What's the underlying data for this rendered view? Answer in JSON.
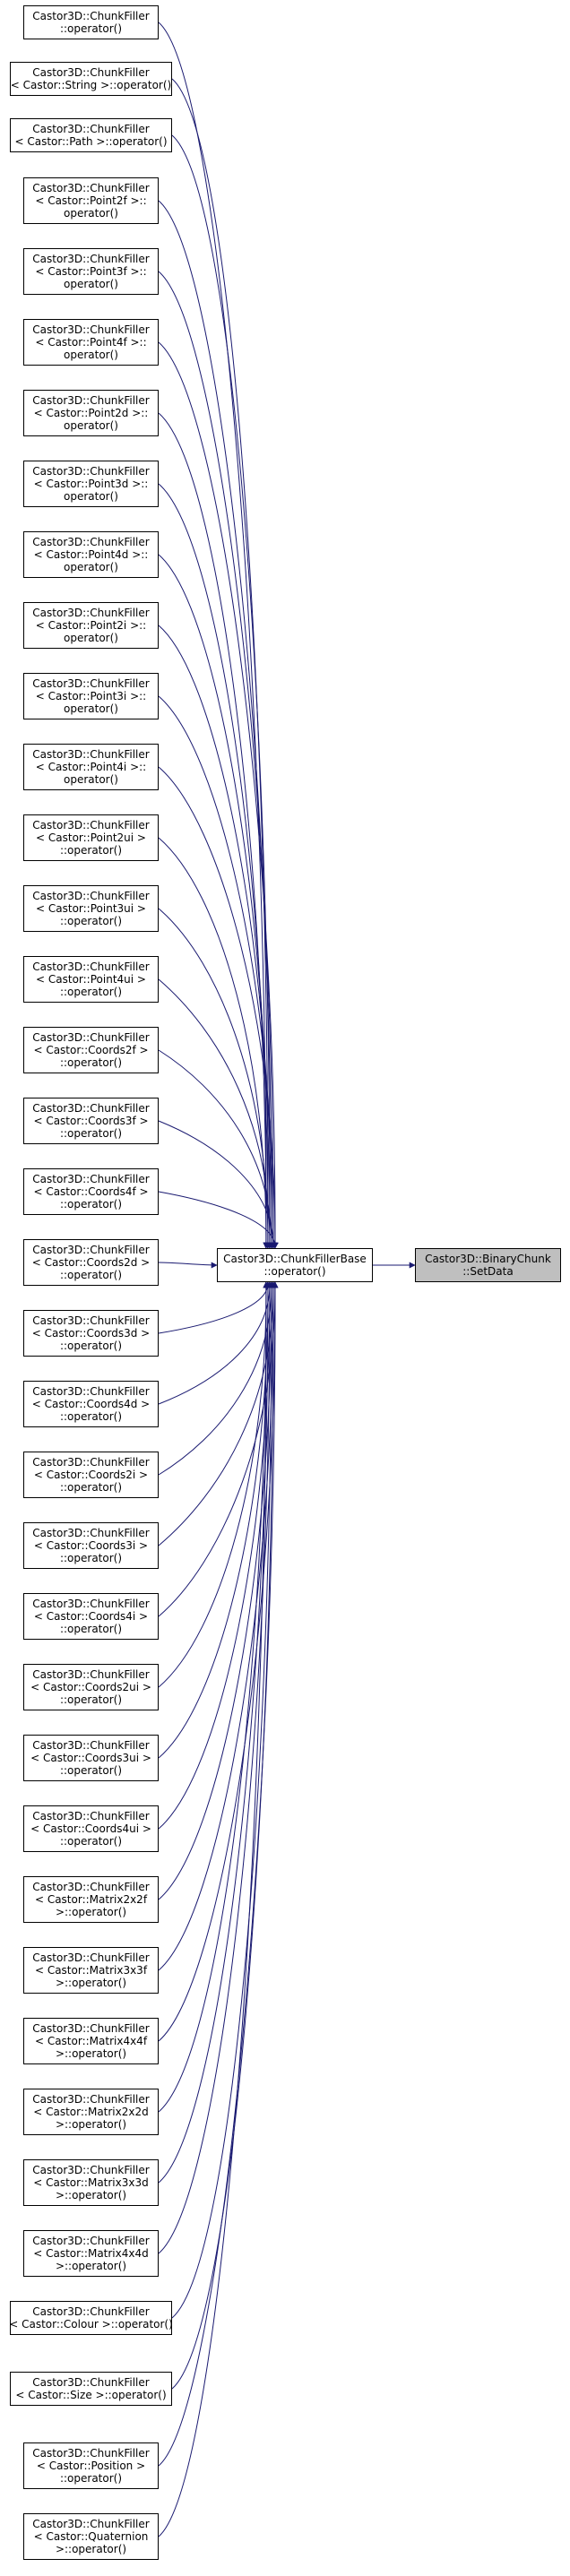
{
  "diagram": {
    "edge_color": "#191970",
    "target_fill": "#bfbfbf",
    "hub": {
      "id": "hub",
      "lines": [
        "Castor3D::ChunkFillerBase",
        "::operator()"
      ]
    },
    "target": {
      "id": "target",
      "lines": [
        "Castor3D::BinaryChunk",
        "::SetData"
      ]
    },
    "callers": [
      {
        "id": "n0",
        "lines": [
          "Castor3D::ChunkFiller",
          "::operator()"
        ]
      },
      {
        "id": "n1",
        "lines": [
          "Castor3D::ChunkFiller",
          "< Castor::String >::operator()"
        ]
      },
      {
        "id": "n2",
        "lines": [
          "Castor3D::ChunkFiller",
          "< Castor::Path >::operator()"
        ]
      },
      {
        "id": "n3",
        "lines": [
          "Castor3D::ChunkFiller",
          "< Castor::Point2f >::",
          "operator()"
        ]
      },
      {
        "id": "n4",
        "lines": [
          "Castor3D::ChunkFiller",
          "< Castor::Point3f >::",
          "operator()"
        ]
      },
      {
        "id": "n5",
        "lines": [
          "Castor3D::ChunkFiller",
          "< Castor::Point4f >::",
          "operator()"
        ]
      },
      {
        "id": "n6",
        "lines": [
          "Castor3D::ChunkFiller",
          "< Castor::Point2d >::",
          "operator()"
        ]
      },
      {
        "id": "n7",
        "lines": [
          "Castor3D::ChunkFiller",
          "< Castor::Point3d >::",
          "operator()"
        ]
      },
      {
        "id": "n8",
        "lines": [
          "Castor3D::ChunkFiller",
          "< Castor::Point4d >::",
          "operator()"
        ]
      },
      {
        "id": "n9",
        "lines": [
          "Castor3D::ChunkFiller",
          "< Castor::Point2i >::",
          "operator()"
        ]
      },
      {
        "id": "n10",
        "lines": [
          "Castor3D::ChunkFiller",
          "< Castor::Point3i >::",
          "operator()"
        ]
      },
      {
        "id": "n11",
        "lines": [
          "Castor3D::ChunkFiller",
          "< Castor::Point4i >::",
          "operator()"
        ]
      },
      {
        "id": "n12",
        "lines": [
          "Castor3D::ChunkFiller",
          "< Castor::Point2ui >",
          "::operator()"
        ]
      },
      {
        "id": "n13",
        "lines": [
          "Castor3D::ChunkFiller",
          "< Castor::Point3ui >",
          "::operator()"
        ]
      },
      {
        "id": "n14",
        "lines": [
          "Castor3D::ChunkFiller",
          "< Castor::Point4ui >",
          "::operator()"
        ]
      },
      {
        "id": "n15",
        "lines": [
          "Castor3D::ChunkFiller",
          "< Castor::Coords2f >",
          "::operator()"
        ]
      },
      {
        "id": "n16",
        "lines": [
          "Castor3D::ChunkFiller",
          "< Castor::Coords3f >",
          "::operator()"
        ]
      },
      {
        "id": "n17",
        "lines": [
          "Castor3D::ChunkFiller",
          "< Castor::Coords4f >",
          "::operator()"
        ]
      },
      {
        "id": "n18",
        "lines": [
          "Castor3D::ChunkFiller",
          "< Castor::Coords2d >",
          "::operator()"
        ]
      },
      {
        "id": "n19",
        "lines": [
          "Castor3D::ChunkFiller",
          "< Castor::Coords3d >",
          "::operator()"
        ]
      },
      {
        "id": "n20",
        "lines": [
          "Castor3D::ChunkFiller",
          "< Castor::Coords4d >",
          "::operator()"
        ]
      },
      {
        "id": "n21",
        "lines": [
          "Castor3D::ChunkFiller",
          "< Castor::Coords2i >",
          "::operator()"
        ]
      },
      {
        "id": "n22",
        "lines": [
          "Castor3D::ChunkFiller",
          "< Castor::Coords3i >",
          "::operator()"
        ]
      },
      {
        "id": "n23",
        "lines": [
          "Castor3D::ChunkFiller",
          "< Castor::Coords4i >",
          "::operator()"
        ]
      },
      {
        "id": "n24",
        "lines": [
          "Castor3D::ChunkFiller",
          "< Castor::Coords2ui >",
          "::operator()"
        ]
      },
      {
        "id": "n25",
        "lines": [
          "Castor3D::ChunkFiller",
          "< Castor::Coords3ui >",
          "::operator()"
        ]
      },
      {
        "id": "n26",
        "lines": [
          "Castor3D::ChunkFiller",
          "< Castor::Coords4ui >",
          "::operator()"
        ]
      },
      {
        "id": "n27",
        "lines": [
          "Castor3D::ChunkFiller",
          "< Castor::Matrix2x2f",
          ">::operator()"
        ]
      },
      {
        "id": "n28",
        "lines": [
          "Castor3D::ChunkFiller",
          "< Castor::Matrix3x3f",
          ">::operator()"
        ]
      },
      {
        "id": "n29",
        "lines": [
          "Castor3D::ChunkFiller",
          "< Castor::Matrix4x4f",
          ">::operator()"
        ]
      },
      {
        "id": "n30",
        "lines": [
          "Castor3D::ChunkFiller",
          "< Castor::Matrix2x2d",
          ">::operator()"
        ]
      },
      {
        "id": "n31",
        "lines": [
          "Castor3D::ChunkFiller",
          "< Castor::Matrix3x3d",
          ">::operator()"
        ]
      },
      {
        "id": "n32",
        "lines": [
          "Castor3D::ChunkFiller",
          "< Castor::Matrix4x4d",
          ">::operator()"
        ]
      },
      {
        "id": "n33",
        "lines": [
          "Castor3D::ChunkFiller",
          "< Castor::Colour >::operator()"
        ]
      },
      {
        "id": "n34",
        "lines": [
          "Castor3D::ChunkFiller",
          "< Castor::Size >::operator()"
        ]
      },
      {
        "id": "n35",
        "lines": [
          "Castor3D::ChunkFiller",
          "< Castor::Position >",
          "::operator()"
        ]
      },
      {
        "id": "n36",
        "lines": [
          "Castor3D::ChunkFiller",
          "< Castor::Quaternion",
          ">::operator()"
        ]
      }
    ]
  }
}
